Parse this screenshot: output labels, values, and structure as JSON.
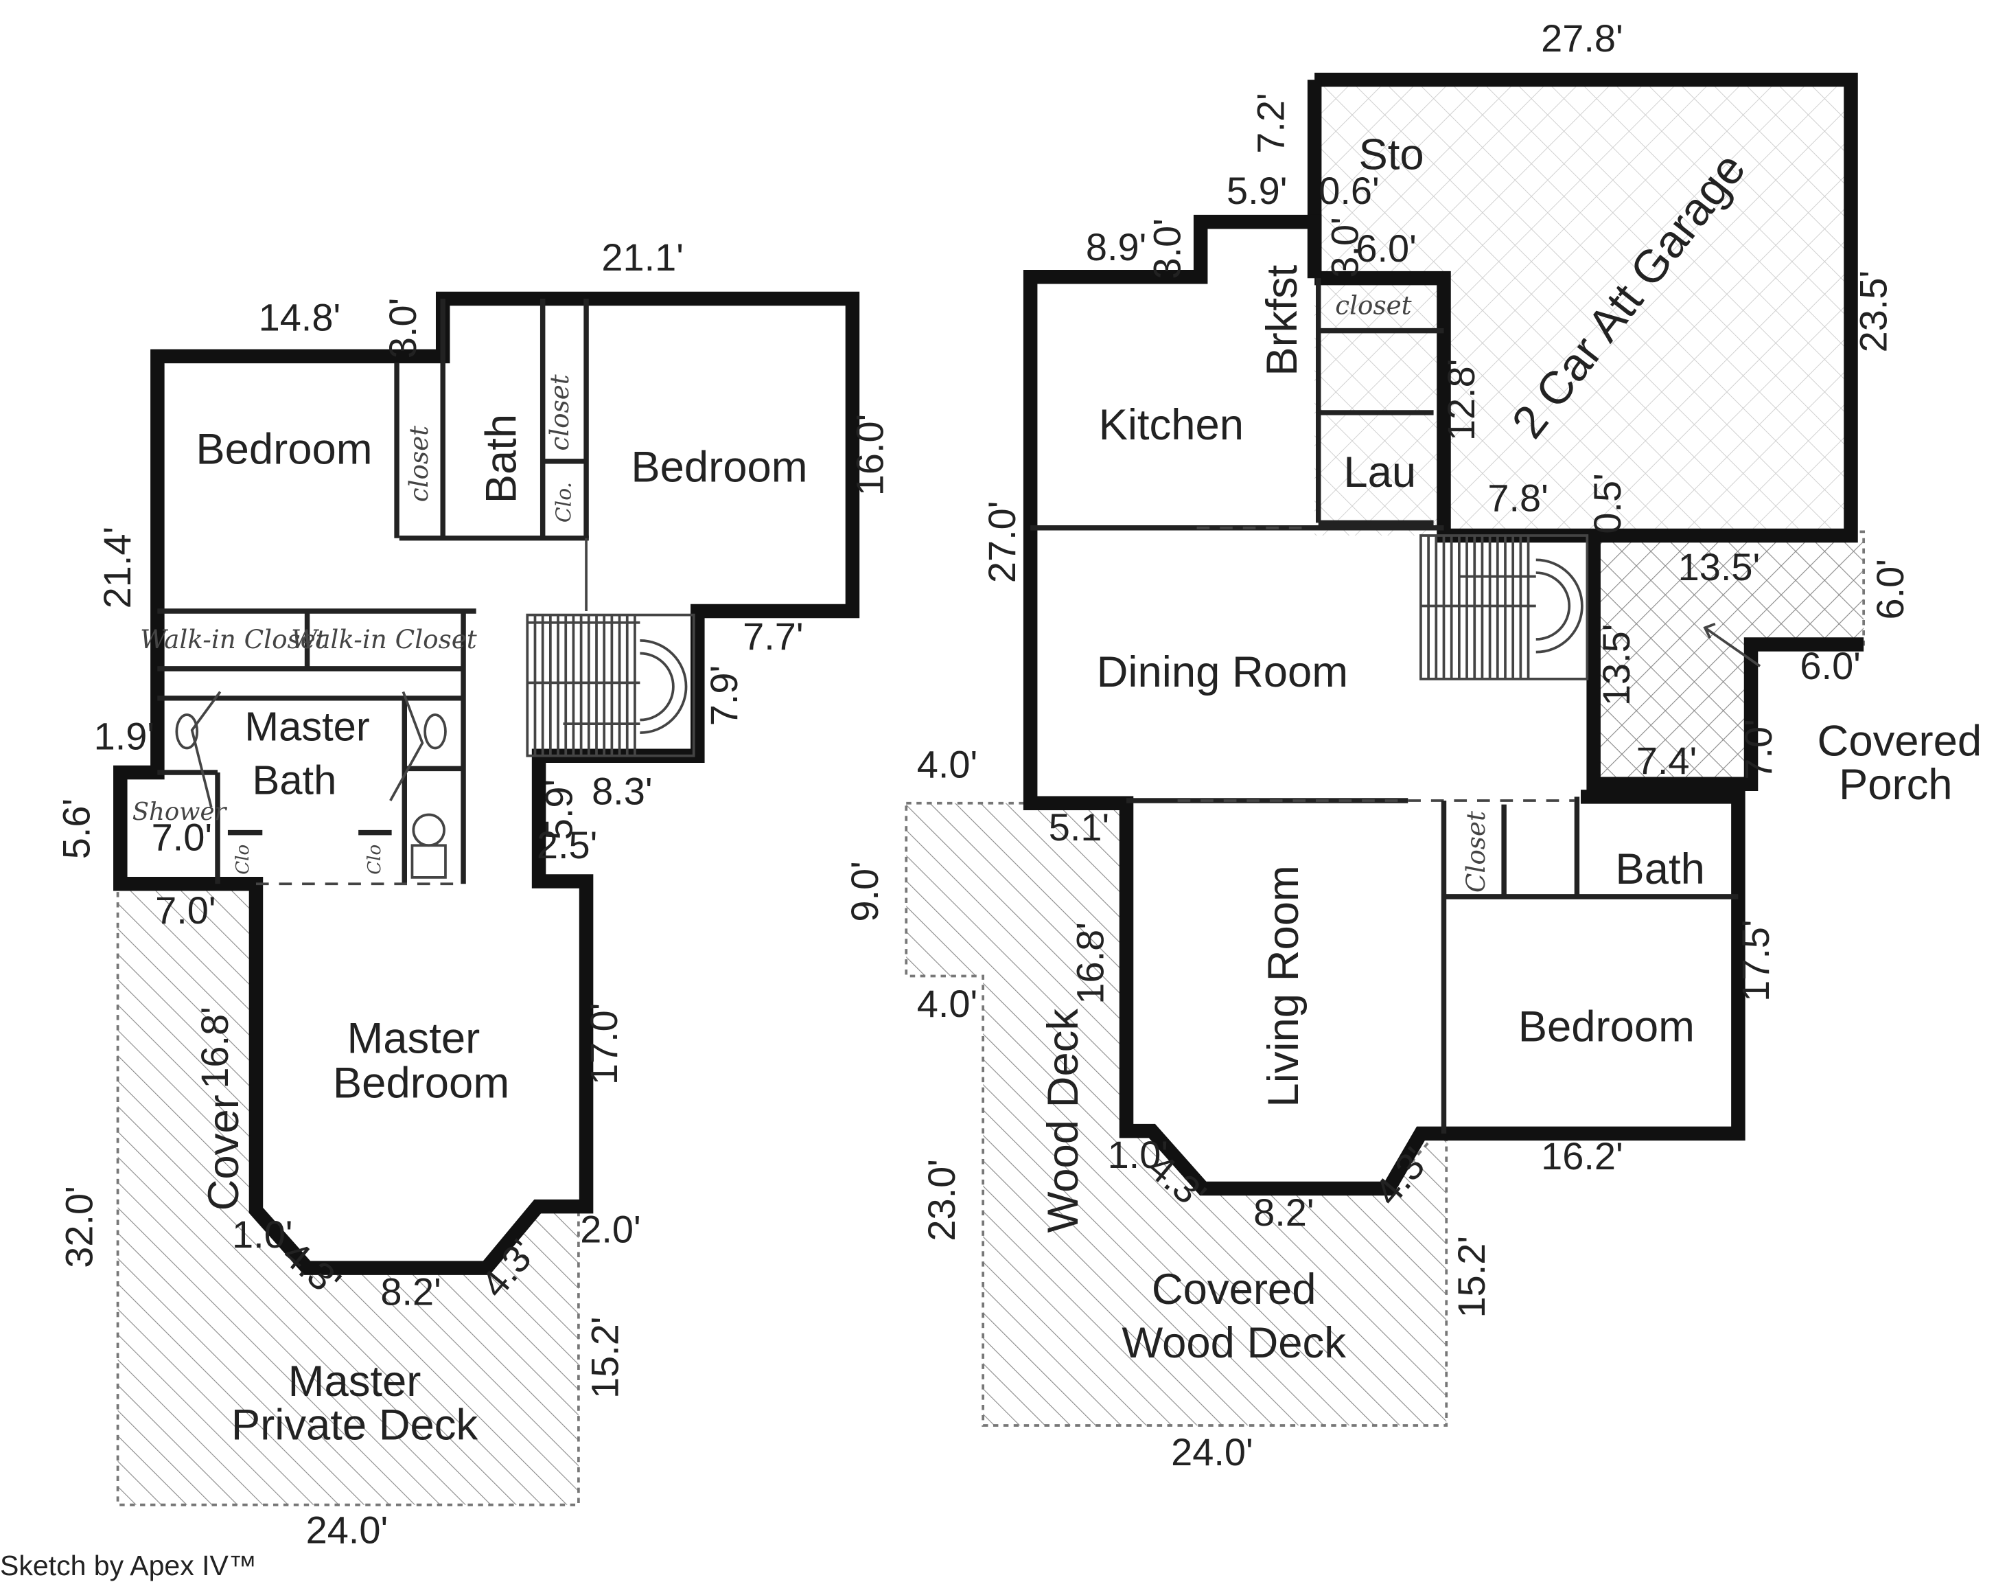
{
  "rooms": {
    "upper_bedroom_left": "Bedroom",
    "upper_bath": "Bath",
    "upper_bedroom_right": "Bedroom",
    "walkin_closet_1": "Walk-in Closet",
    "walkin_closet_2": "Walk-in Closet",
    "master_bath_line1": "Master",
    "master_bath_line2": "Bath",
    "shower": "Shower",
    "shower_dim": "7.0'",
    "master_bed_line1": "Master",
    "master_bed_line2": "Bedroom",
    "cover": "Cover",
    "master_deck_line1": "Master",
    "master_deck_line2": "Private Deck",
    "sto": "Sto",
    "garage": "2 Car Att Garage",
    "brkfst": "Brkfst",
    "kitchen": "Kitchen",
    "lau": "Lau",
    "dining": "Dining Room",
    "covered_porch_line1": "Covered",
    "covered_porch_line2": "Porch",
    "living": "Living Room",
    "bath_lower": "Bath",
    "bedroom_lower": "Bedroom",
    "wood_deck": "Wood Deck",
    "covered_deck_line1": "Covered",
    "covered_deck_line2": "Wood Deck"
  },
  "closets": {
    "c_upper_left": "closet",
    "c_upper_right": "closet",
    "c_clo_small": "Clo.",
    "c_kitchen": "closet",
    "c_living": "Closet",
    "c_clo_a": "Clo",
    "c_clo_b": "Clo"
  },
  "dims_left": {
    "d_21_1": "21.1'",
    "d_14_8": "14.8'",
    "d_3_0": "3.0'",
    "d_16_0": "16.0'",
    "d_21_4": "21.4'",
    "d_7_7": "7.7'",
    "d_7_9": "7.9'",
    "d_1_9": "1.9'",
    "d_5_6": "5.6'",
    "d_5_9": "5.9'",
    "d_8_3": "8.3'",
    "d_2_5": "2.5'",
    "d_7_0": "7.0'",
    "d_16_8": "16.8'",
    "d_17_0": "17.0'",
    "d_32_0": "32.0'",
    "d_1_0": "1.0'",
    "d_4_3a": "4.3'",
    "d_8_2": "8.2'",
    "d_4_3b": "4.3'",
    "d_2_0": "2.0'",
    "d_15_2": "15.2'",
    "d_24_0": "24.0'"
  },
  "dims_right": {
    "d_27_8": "27.8'",
    "d_7_2": "7.2'",
    "d_5_9": "5.9'",
    "d_0_6": "0.6'",
    "d_8_9": "8.9'",
    "d_3_0a": "3.0'",
    "d_3_0b": "3.0'",
    "d_6_0a": "6.0'",
    "d_23_5": "23.5'",
    "d_12_8": "12.8'",
    "d_7_8": "7.8'",
    "d_0_5": "0.5'",
    "d_27_0": "27.0'",
    "d_13_5a": "13.5'",
    "d_6_0b": "6.0'",
    "d_13_5b": "13.5'",
    "d_6_0c": "6.0'",
    "d_7_4": "7.4'",
    "d_7_0": "7.0'",
    "d_4_0a": "4.0'",
    "d_5_1": "5.1'",
    "d_9_0": "9.0'",
    "d_16_8": "16.8'",
    "d_4_0b": "4.0'",
    "d_17_5": "17.5'",
    "d_1_0": "1.0'",
    "d_4_3a": "4.3'",
    "d_8_2": "8.2'",
    "d_4_3b": "4.3'",
    "d_16_2": "16.2'",
    "d_23_0": "23.0'",
    "d_15_2": "15.2'",
    "d_24_0": "24.0'"
  },
  "credit": "Sketch by Apex IV™"
}
